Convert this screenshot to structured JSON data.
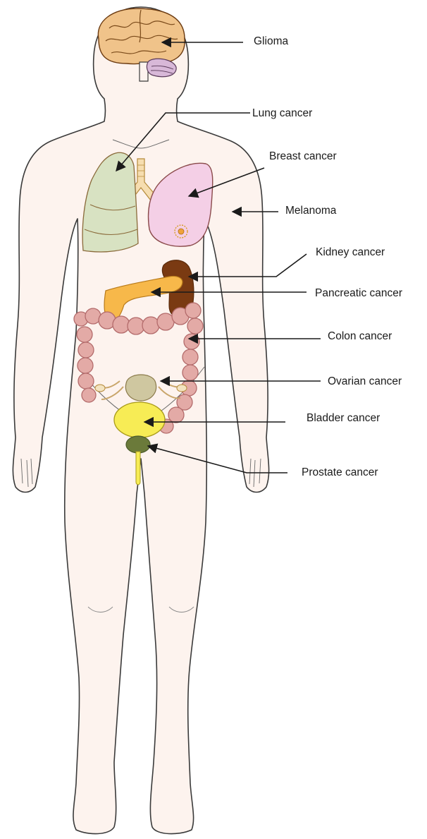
{
  "labels": [
    {
      "id": "glioma",
      "text": "Glioma"
    },
    {
      "id": "lung",
      "text": "Lung cancer"
    },
    {
      "id": "breast",
      "text": "Breast cancer"
    },
    {
      "id": "melanoma",
      "text": "Melanoma"
    },
    {
      "id": "kidney",
      "text": "Kidney cancer"
    },
    {
      "id": "pancreatic",
      "text": "Pancreatic cancer"
    },
    {
      "id": "colon",
      "text": "Colon cancer"
    },
    {
      "id": "ovarian",
      "text": "Ovarian cancer"
    },
    {
      "id": "bladder",
      "text": "Bladder cancer"
    },
    {
      "id": "prostate",
      "text": "Prostate cancer"
    }
  ],
  "colors": {
    "skin": "#fdf3ee",
    "outline": "#3a3a3a",
    "brain": "#f0c38a",
    "cerebellum": "#d8b8d8",
    "lung": "#d8e2c2",
    "trachea": "#f6ddb0",
    "breast": "#f4cfe6",
    "kidney": "#7a3a12",
    "pancreas": "#f7b84a",
    "colon": "#e3aaa6",
    "ovary": "#cfc7a0",
    "bladder": "#f7ec55",
    "prostate": "#6b7a3a",
    "leader": "#1a1a1a"
  }
}
